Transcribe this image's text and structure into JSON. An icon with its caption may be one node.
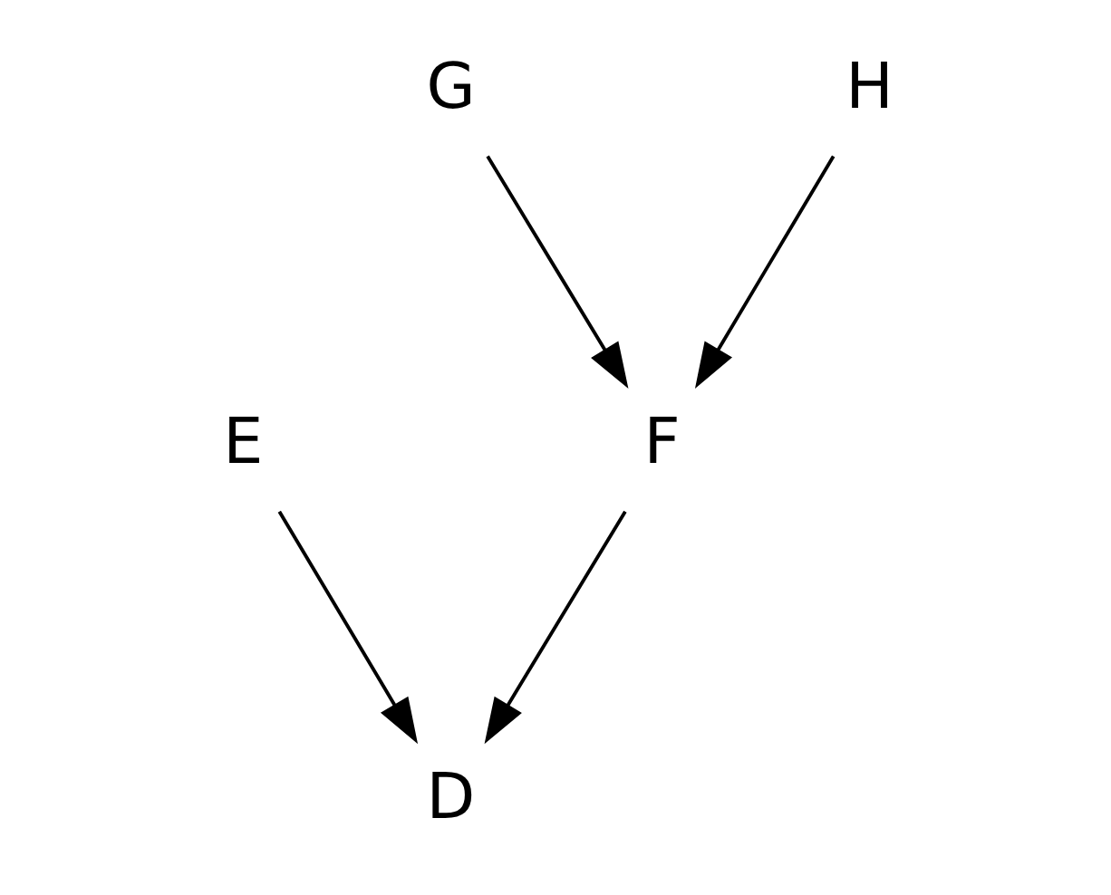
{
  "diagram": {
    "nodes": [
      {
        "text": [
          "E"
        ]
      },
      {
        "text": [
          "G"
        ]
      },
      {
        "text": [
          "F"
        ]
      },
      {
        "text": [
          "H"
        ]
      },
      {
        "text": [
          "D"
        ]
      }
    ],
    "edges": [
      {
        "from": 0,
        "to": 4,
        "arrow": "to"
      },
      {
        "from": 1,
        "to": 2,
        "arrow": "to"
      },
      {
        "from": 2,
        "to": 4,
        "arrow": "to"
      },
      {
        "from": 3,
        "to": 2,
        "arrow": "to"
      }
    ]
  }
}
